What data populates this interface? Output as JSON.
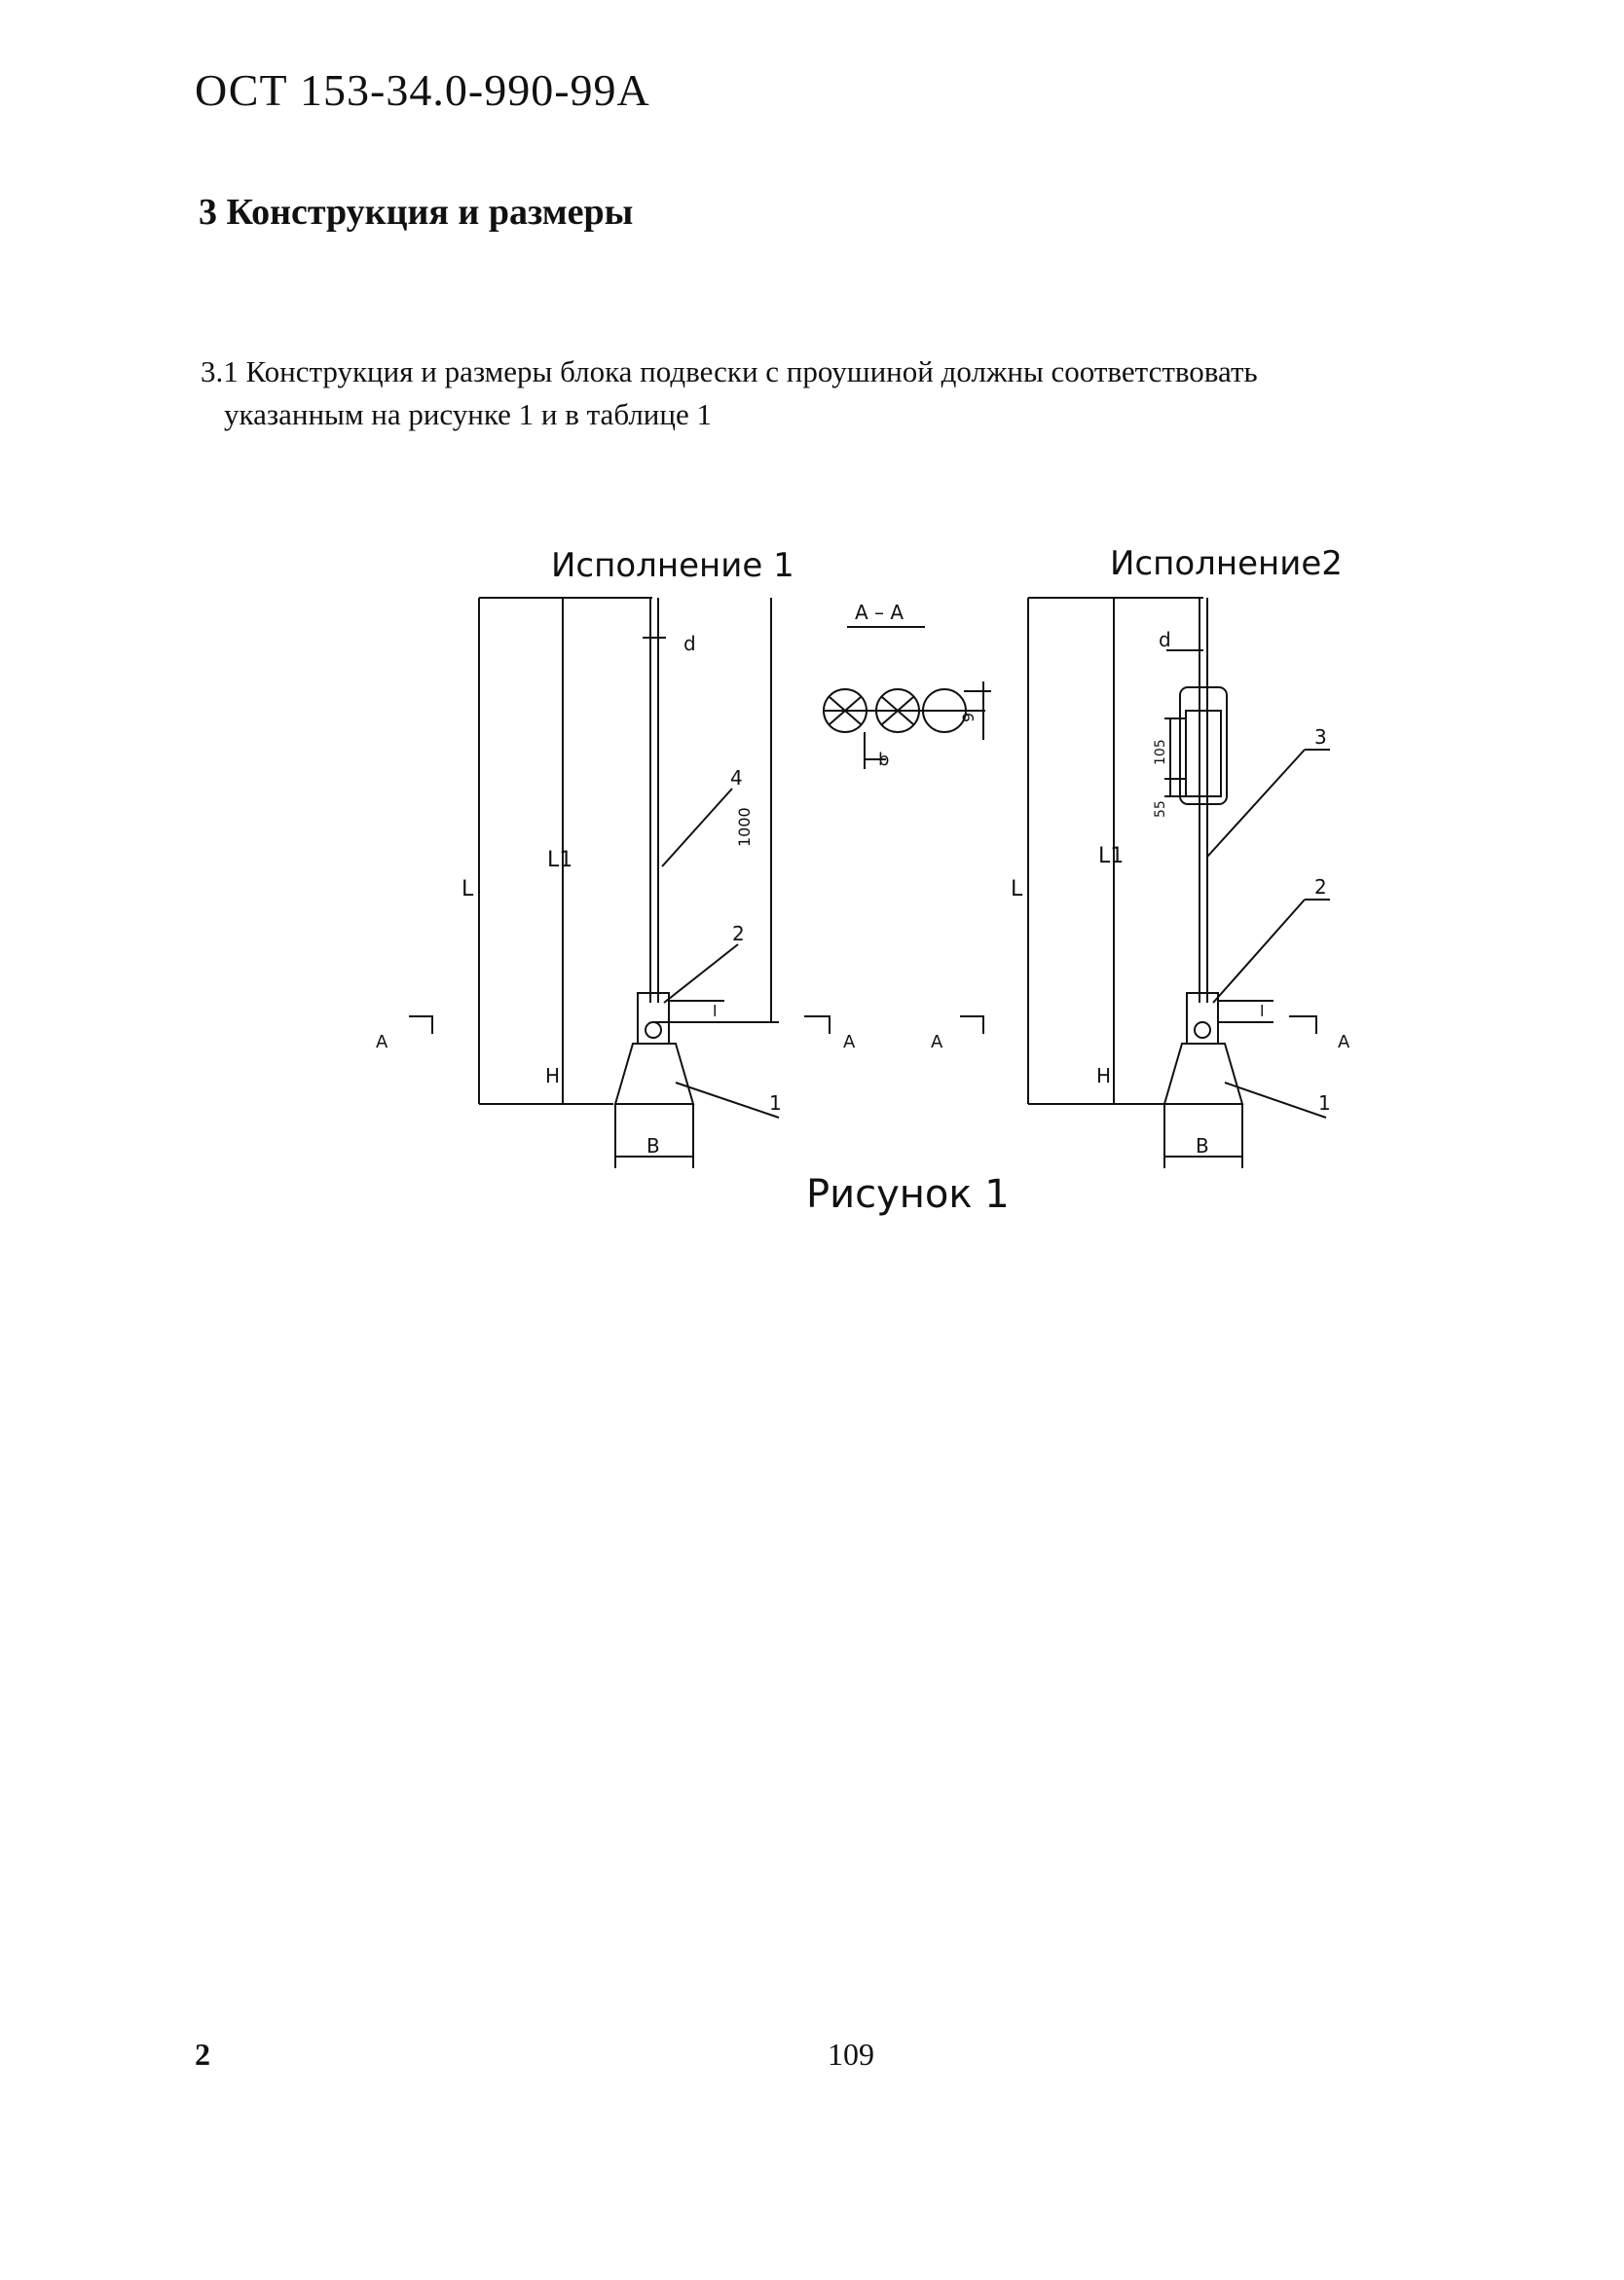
{
  "header": {
    "doc_code": "ОСТ 153-34.0-990-99А"
  },
  "section": {
    "title": "3 Конструкция и размеры"
  },
  "paragraph": {
    "line1": "3.1  Конструкция и размеры блока подвески с проушиной должны соответствовать",
    "line2": "указанным на рисунке 1 и в таблице 1"
  },
  "figure": {
    "variant1_title": "Исполнение 1",
    "variant2_title": "Исполнение2",
    "section_label": "А – А",
    "caption": "Рисунок 1",
    "labels": {
      "d": "d",
      "b": "b",
      "dim_9": "9",
      "L": "L",
      "L1": "L1",
      "H": "H",
      "B": "B",
      "l": "l",
      "dim_1000": "1000",
      "dim_105": "105",
      "dim_55": "55",
      "section_a": "А",
      "pos_1": "1",
      "pos_2": "2",
      "pos_3": "3",
      "pos_4": "4"
    }
  },
  "footer": {
    "page_left": "2",
    "page_center": "109"
  }
}
